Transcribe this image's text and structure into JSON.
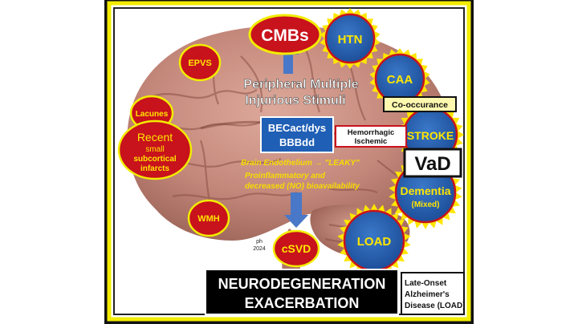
{
  "nodes": {
    "cmbs": "CMBs",
    "htn": "HTN",
    "epvs": "EPVS",
    "caa": "CAA",
    "lacunes": "Lacunes",
    "recent_l1": "Recent",
    "recent_l2": "small",
    "recent_l3": "subcortical",
    "recent_l4": "infarcts",
    "stroke": "STROKE",
    "vad": "VaD",
    "dementia": "Dementia",
    "dementia_sub": "(Mixed)",
    "wmh": "WMH",
    "load": "LOAD",
    "csvd": "cSVD"
  },
  "texts": {
    "peripheral_l1": "Peripheral Multiple",
    "peripheral_l2": "Injurious Stimuli",
    "co_occurance": "Co-occurance",
    "bec_l1": "BECact/dys",
    "bec_l2": "BBBdd",
    "hemorrhagic": "Hemorrhagic",
    "ischemic": "Ischemic",
    "brain_endothelium": "Brain Endothelium → \"LEAKY\"",
    "proinflammatory_l1": "Proinflammatory and",
    "proinflammatory_l2": "decreased (NO) bioavailability",
    "ph": "ph",
    "year": "2024",
    "neuro_l1": "NEURODEGENERATION",
    "neuro_l2": "EXACERBATION",
    "late_l1": "Late-Onset",
    "late_l2": "Alzheimer's",
    "late_l3": "Disease (LOAD)"
  },
  "colors": {
    "frame_yellow": "#f2ec00",
    "node_red": "#c8121c",
    "node_text_yellow": "#ffe600",
    "burst_yellow": "#ffe600",
    "burst_blue": "#2b5fae",
    "box_blue": "#1f5fb5",
    "arrow_blue": "#4a78c8",
    "brain_pink": "#c78a7e",
    "italic_yellow": "#f5dc00"
  }
}
